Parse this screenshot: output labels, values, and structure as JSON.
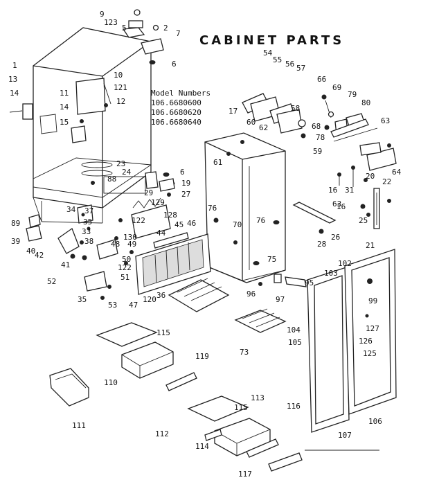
{
  "title": "CABINET PARTS",
  "model_header": "Model Numbers",
  "model_numbers": [
    "106.6680600",
    "106.6680620",
    "106.6680640"
  ],
  "part_labels": [
    "9",
    "123",
    "5",
    "2",
    "7",
    "6",
    "1",
    "13",
    "14",
    "10",
    "11",
    "121",
    "12",
    "14",
    "15",
    "23",
    "24",
    "88",
    "29",
    "6",
    "19",
    "27",
    "17",
    "54",
    "55",
    "56",
    "57",
    "60",
    "62",
    "58",
    "66",
    "69",
    "79",
    "80",
    "68",
    "78",
    "59",
    "63",
    "61",
    "64",
    "16",
    "31",
    "20",
    "22",
    "63",
    "16",
    "25",
    "26",
    "28",
    "21",
    "76",
    "76",
    "70",
    "34",
    "37",
    "35",
    "33",
    "89",
    "39",
    "40",
    "38",
    "42",
    "41",
    "52",
    "51",
    "53",
    "35",
    "129",
    "122",
    "128",
    "45",
    "46",
    "130",
    "44",
    "49",
    "50",
    "48",
    "122",
    "47",
    "120",
    "36",
    "115",
    "110",
    "119",
    "75",
    "95",
    "96",
    "97",
    "73",
    "102",
    "103",
    "99",
    "127",
    "104",
    "105",
    "126",
    "125",
    "111",
    "112",
    "115",
    "113",
    "116",
    "114",
    "106",
    "107",
    "117"
  ]
}
